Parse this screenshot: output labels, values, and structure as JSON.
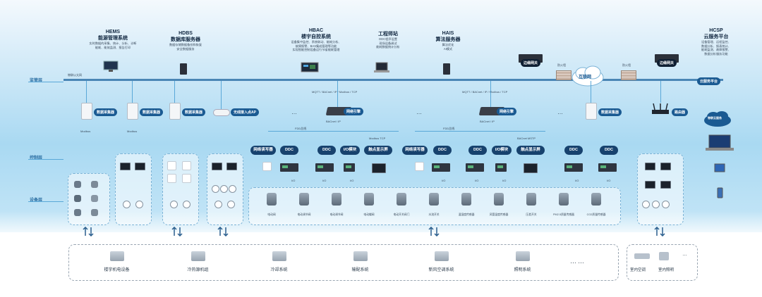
{
  "layers": {
    "management": "监管层",
    "control": "控制层",
    "field": "设备层"
  },
  "bus_label": "物联以太网",
  "systems": [
    {
      "id": "hems",
      "t1": "HEMS",
      "t2": "能源管理系统",
      "d": [
        "实时数据的采集、统计、分析、诊断",
        "能耗、能效监测、报告打印"
      ]
    },
    {
      "id": "hdbs",
      "t1": "HDBS",
      "t2": "数据库服务器",
      "d": [
        "数据存储数据备份和恢复",
        "安全数据服务"
      ]
    },
    {
      "id": "hbac",
      "t1": "HBAC",
      "t2": "楼宇自控系统",
      "d": [
        "设备集中监控、系统联动、能耗分析、",
        "故障报警、BAS集成管理等功能",
        "实现智能控制设备运行节省能耗管理"
      ]
    },
    {
      "id": "eng",
      "t1": "",
      "t2": "工程师站",
      "d": [
        "DDC程序设置",
        "现场设备调试",
        "能耗数据统计分析"
      ]
    },
    {
      "id": "hais",
      "t1": "HAIS",
      "t2": "算法服务器",
      "d": [
        "算法优化",
        "AI模式"
      ]
    },
    {
      "id": "hcsp",
      "t1": "HCSP",
      "t2": "云服务平台",
      "d": [
        "设备管理、远程监控、",
        "数据分析、报表统计、",
        "能耗监测、故障报警、",
        "数据分析服务功能"
      ]
    }
  ],
  "tags": {
    "collector1": "数据采集器",
    "collector2": "数据采集器",
    "collector3": "数据采集器",
    "wireless_ap": "无线接入点AP",
    "gateway1": "网络引擎",
    "gateway2": "网络引擎",
    "edge1": "边缘网关",
    "edge2": "边缘网关",
    "internet": "互联网",
    "collector4": "数据采集器",
    "router": "路由器",
    "cloud_platform": "云服务平台",
    "iot_cloud": "物联云服务"
  },
  "protocols": {
    "left": "MQTT / BACnet / IP / Modbus / TCP",
    "right": "MQTT / BACnet / IP / Modbus / TCP",
    "bacnet_ip_left": "BACnet / IP",
    "bacnet_ip_right": "BACnet / IP",
    "modbus1": "Modbus",
    "modbus2": "Modbus",
    "fdd_left": "FDD总线",
    "fdd_right": "FDD总线",
    "modbus_tcp": "Modbus TCP",
    "bacnet_ms": "BACnet MSTP",
    "io": "I/O"
  },
  "controls_left": [
    "网络读写器",
    "DDC",
    "DDC",
    "I/O模块",
    "触点显示屏"
  ],
  "controls_right": [
    "网络读写器",
    "DDC",
    "DDC",
    "I/O模块",
    "触点显示屏"
  ],
  "controls_far": [
    "DDC",
    "DDC"
  ],
  "field_devices": [
    "电动阀",
    "电动调节阀",
    "电动调节阀",
    "电动蝶阀",
    "电动开关阀门",
    "水流开关",
    "温湿度传感器",
    "风管温度传感器",
    "压差开关",
    "PM2.5质量传感器",
    "CO2质量传感器"
  ],
  "subsystems": [
    "楼宇机电设备",
    "冷热源机组",
    "冷却系统",
    "输配系统",
    "新风空调系统",
    "照明系统"
  ],
  "subsystems_more": "……",
  "subsystems_right": [
    "室内空调",
    "室内照明"
  ],
  "firewall": "防火墙",
  "ellipsis": "…"
}
